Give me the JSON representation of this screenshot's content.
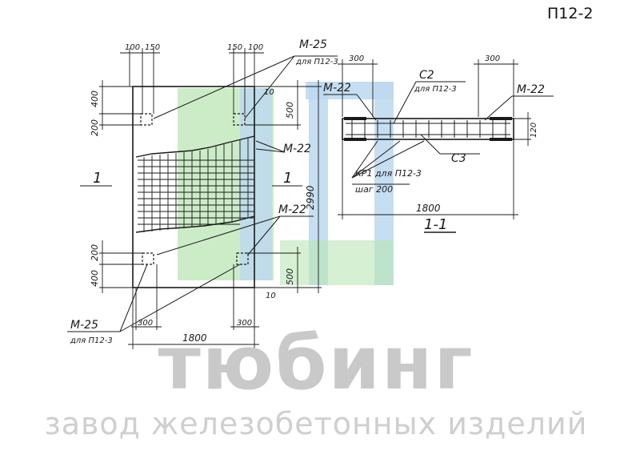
{
  "drawing_code": "П12-2",
  "watermark": {
    "brand": "тюбинг",
    "tagline": "завод железобетонных изделий"
  },
  "plan": {
    "section_mark_left": "1",
    "section_mark_right": "1",
    "dim_top_left": [
      "100",
      "150"
    ],
    "dim_top_right": [
      "150",
      "100"
    ],
    "dim_left_top": [
      "400",
      "200"
    ],
    "dim_left_bottom": [
      "200",
      "400"
    ],
    "dim_right_top": "500",
    "dim_right_top_small": "10",
    "dim_right_bottom": "500",
    "dim_right_bottom_small": "10",
    "dim_height": "2990",
    "dim_width": "1800",
    "dim_bottom_left": "300",
    "dim_bottom_right": "300",
    "label_m25_top": "М-25",
    "label_m25_top_note": "для П12-3",
    "label_m22_mid": "М-22",
    "label_m22_low": "М-22",
    "label_m25_bottom": "М-25",
    "label_m25_bottom_note": "для П12-3"
  },
  "section": {
    "title": "1-1",
    "dim_top_left": "300",
    "dim_top_right": "300",
    "dim_thickness": "120",
    "dim_width": "1800",
    "label_m22_left": "М-22",
    "label_m22_right": "М-22",
    "label_c2": "С2",
    "label_c2_note": "для П12-3",
    "label_c3": "С3",
    "label_kr1": "КР1 для П12-3",
    "label_step": "шаг 200"
  },
  "colors": {
    "ink": "#1a1a1a",
    "watermark_green": "#b9e6b4",
    "watermark_blue": "#bcd8f0",
    "watermark_text": "#c9c9c9"
  }
}
